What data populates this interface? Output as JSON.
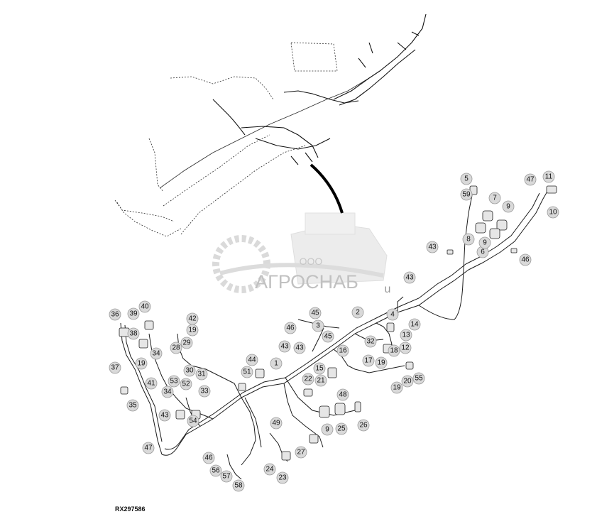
{
  "figure": {
    "reference_code": "RX297586",
    "watermark": {
      "line1": "ООО",
      "line2": "АГРОСНАБ",
      "suffix": "u"
    },
    "callouts": [
      "1",
      "2",
      "3",
      "4",
      "5",
      "6",
      "7",
      "8",
      "9",
      "10",
      "11",
      "12",
      "13",
      "14",
      "15",
      "16",
      "17",
      "18",
      "19",
      "20",
      "21",
      "22",
      "23",
      "24",
      "25",
      "26",
      "27",
      "28",
      "29",
      "30",
      "31",
      "32",
      "33",
      "34",
      "35",
      "36",
      "37",
      "38",
      "39",
      "40",
      "41",
      "42",
      "43",
      "44",
      "45",
      "46",
      "47",
      "48",
      "49",
      "51",
      "52",
      "53",
      "54",
      "55",
      "56",
      "57",
      "58",
      "59"
    ]
  },
  "colors": {
    "line": "#1a1a1a",
    "callout_fill": "#d9d9d9",
    "watermark": "#c8c8c8"
  }
}
